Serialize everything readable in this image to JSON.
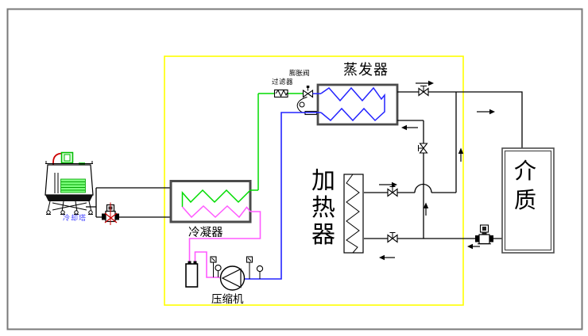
{
  "diagram": {
    "labels": {
      "cooling_tower": "冷却塔",
      "condenser": "冷凝器",
      "compressor": "压缩机",
      "filter": "过滤器",
      "expansion_valve": "膨胀阀",
      "evaporator": "蒸发器",
      "heater": "加热器",
      "medium": "介质"
    },
    "colors": {
      "refrigerant_liquid_line": "#00dc00",
      "discharge_line": "#ff5aff",
      "suction_line": "#2424ff",
      "system_boundary": "#ffff00",
      "pump_accent": "#cc0000",
      "cooling_tower_label": "#4545ff",
      "pipe": "#000000",
      "shell_border": "#4b4b4b"
    }
  }
}
